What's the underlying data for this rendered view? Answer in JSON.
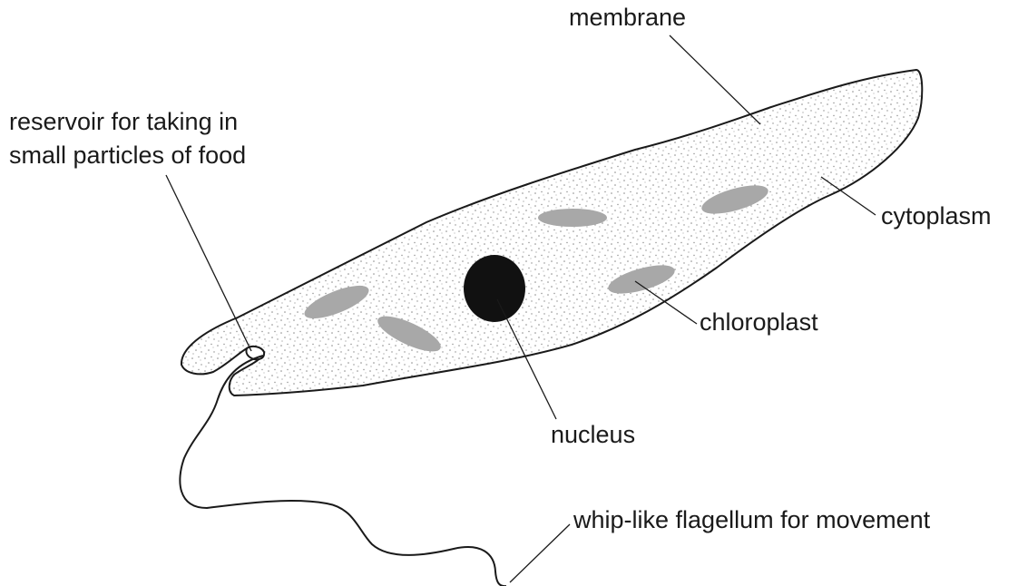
{
  "diagram": {
    "labels": {
      "membrane": "membrane",
      "reservoir_line1": "reservoir for taking in",
      "reservoir_line2": "small particles of food",
      "cytoplasm": "cytoplasm",
      "chloroplast": "chloroplast",
      "nucleus": "nucleus",
      "flagellum": "whip-like flagellum for movement"
    },
    "colors": {
      "outline": "#1a1a1a",
      "cytoplasm_fill": "#ffffff",
      "stipple": "#8a8a8a",
      "chloroplast": "#a8a8a8",
      "nucleus": "#111111",
      "label_text": "#1a1a1a"
    }
  }
}
